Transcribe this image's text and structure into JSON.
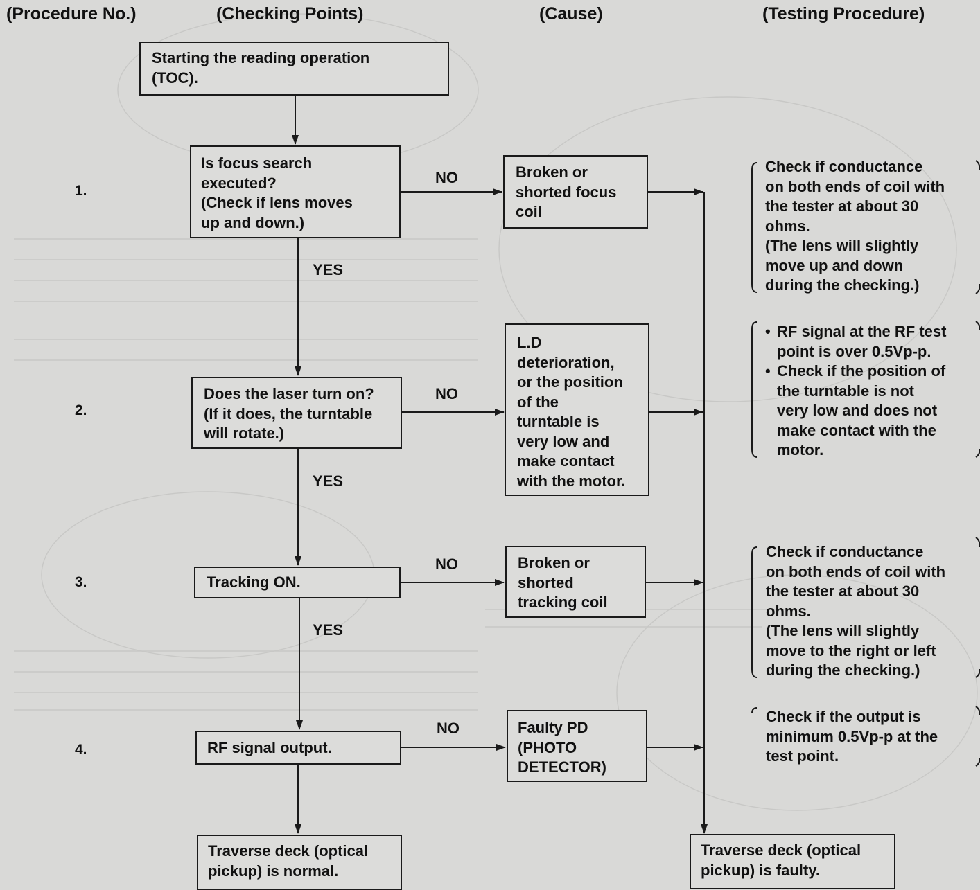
{
  "headers": {
    "procedure": "(Procedure No.)",
    "checking": "(Checking Points)",
    "cause": "(Cause)",
    "testing": "(Testing Procedure)"
  },
  "start": [
    "Starting the reading operation",
    "(TOC)."
  ],
  "steps": [
    {
      "number": "1.",
      "check": [
        "Is focus search",
        "executed?",
        "(Check if lens moves",
        "up and down.)"
      ],
      "no": "NO",
      "yes": "YES",
      "cause": [
        "Broken or",
        "shorted focus",
        "coil"
      ],
      "test": [
        "Check if conductance",
        "on both ends of coil with",
        "the tester at about 30",
        "ohms.",
        "(The lens will slightly",
        "move up and down",
        "during the checking.)"
      ]
    },
    {
      "number": "2.",
      "check": [
        "Does the laser turn on?",
        "(If it does, the turntable",
        "will rotate.)"
      ],
      "no": "NO",
      "yes": "YES",
      "cause": [
        "L.D",
        "deterioration,",
        "or the position",
        "of the",
        "turntable is",
        "very low and",
        "make contact",
        "with the motor."
      ],
      "test_bullets": [
        [
          "RF signal at the RF test",
          "point is over 0.5Vp-p."
        ],
        [
          "Check if the position of",
          "the turntable is not",
          "very low and does not",
          "make contact with the",
          "motor."
        ]
      ]
    },
    {
      "number": "3.",
      "check": [
        "Tracking ON."
      ],
      "no": "NO",
      "yes": "YES",
      "cause": [
        "Broken or",
        "shorted",
        "tracking coil"
      ],
      "test": [
        "Check if conductance",
        "on both ends of coil with",
        "the tester at about 30",
        "ohms.",
        "(The lens will slightly",
        "move to the right or left",
        "during the checking.)"
      ]
    },
    {
      "number": "4.",
      "check": [
        "RF signal output."
      ],
      "no": "NO",
      "cause": [
        "Faulty PD",
        "(PHOTO",
        "DETECTOR)"
      ],
      "test": [
        "Check if the output is",
        "minimum 0.5Vp-p at the",
        "test point."
      ]
    }
  ],
  "normal": [
    "Traverse deck (optical",
    "pickup) is normal."
  ],
  "faulty": [
    "Traverse deck (optical",
    "pickup) is faulty."
  ]
}
